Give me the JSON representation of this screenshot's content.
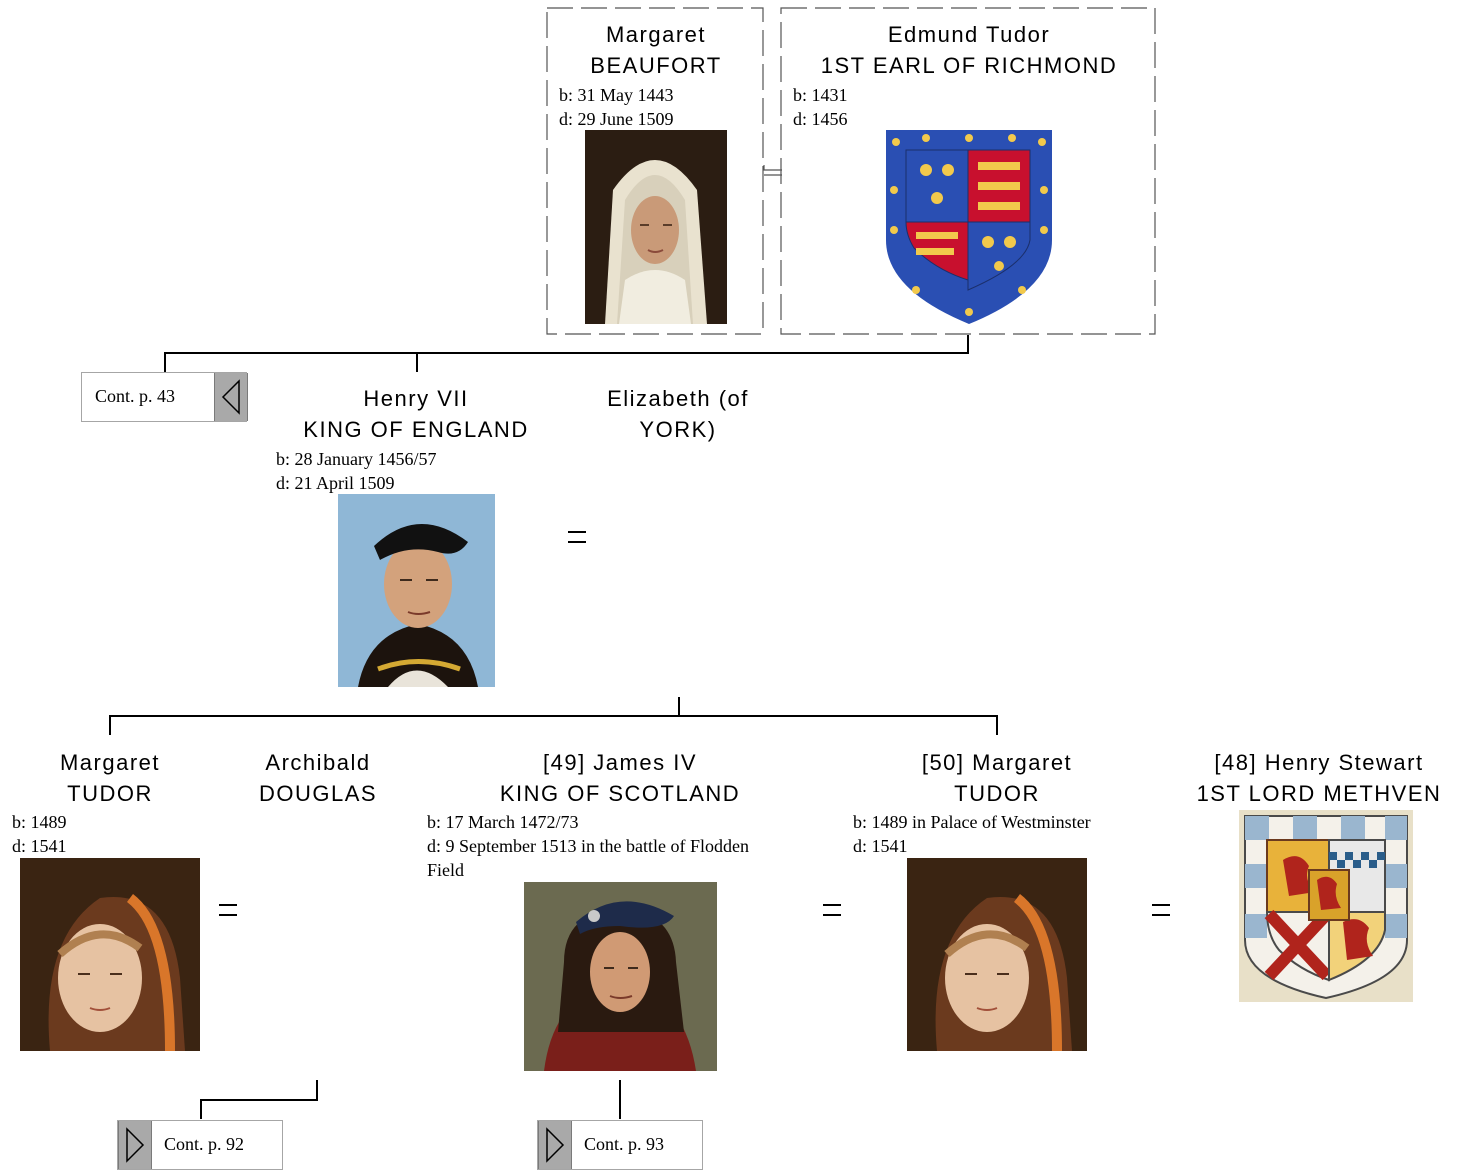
{
  "people": {
    "margaret_beaufort": {
      "name1": "Margaret",
      "name2": "BEAUFORT",
      "birth": "b: 31 May 1443",
      "death": "d: 29 June 1509"
    },
    "edmund_tudor": {
      "name1": "Edmund Tudor",
      "name2": "1ST EARL OF RICHMOND",
      "birth": "b: 1431",
      "death": "d: 1456"
    },
    "henry_vii": {
      "name1": "Henry VII",
      "name2": "KING OF ENGLAND",
      "birth": "b: 28 January 1456/57",
      "death": "d: 21 April 1509"
    },
    "elizabeth_york": {
      "name1": "Elizabeth (of",
      "name2": "YORK)"
    },
    "margaret_tudor_left": {
      "name1": "Margaret",
      "name2": "TUDOR",
      "birth": "b: 1489",
      "death": "d: 1541"
    },
    "archibald_douglas": {
      "name1": "Archibald",
      "name2": "DOUGLAS"
    },
    "james_iv": {
      "name1": "[49] James IV",
      "name2": "KING OF SCOTLAND",
      "birth": "b: 17 March 1472/73",
      "death": "d: 9 September 1513 in the battle of Flodden",
      "death_cont": "Field"
    },
    "margaret_tudor_right": {
      "name1": "[50] Margaret",
      "name2": "TUDOR",
      "birth": "b: 1489 in Palace of Westminster",
      "death": "d: 1541"
    },
    "henry_stewart": {
      "name1": "[48] Henry Stewart",
      "name2": "1ST LORD METHVEN"
    }
  },
  "marriage_symbol": "=",
  "navigation": {
    "cont_43": "Cont. p. 43",
    "cont_92": "Cont. p. 92",
    "cont_93": "Cont. p. 93"
  },
  "icons": {
    "back": "triangle-left-icon",
    "forward": "triangle-right-icon"
  },
  "colors": {
    "line": "#000000",
    "button_border": "#a6a6a6",
    "button_arrow": "#a9a9a9",
    "heraldry_blue": "#2a4fb3",
    "heraldry_red": "#c8102e",
    "heraldry_gold": "#f2c94c"
  }
}
